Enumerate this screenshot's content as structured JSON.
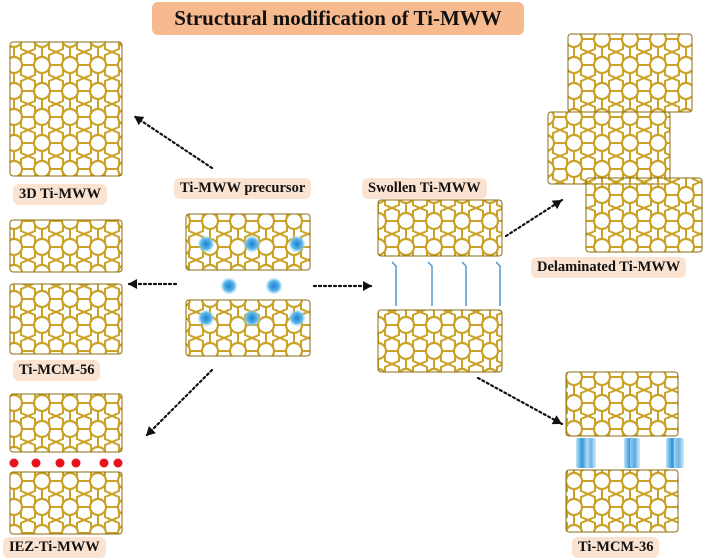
{
  "title": "Structural modification of Ti-MWW",
  "labels": {
    "precursor": "Ti-MWW precursor",
    "swollen": "Swollen Ti-MWW",
    "three_d": "3D Ti-MWW",
    "mcm56": "Ti-MCM-56",
    "iez": "IEZ-Ti-MWW",
    "delaminated": "Delaminated Ti-MWW",
    "mcm36": "Ti-MCM-36"
  },
  "colors": {
    "framework": "#C9A227",
    "framework_dark": "#8A6D12",
    "label_bg": "#FBE3D2",
    "title_bg": "#F7B98E",
    "arrow": "#111111",
    "template": "#3FA7DF",
    "pillar": "#3FA7DF",
    "surfactant": "#4A90C8",
    "iez_atom": "#E8131B"
  }
}
